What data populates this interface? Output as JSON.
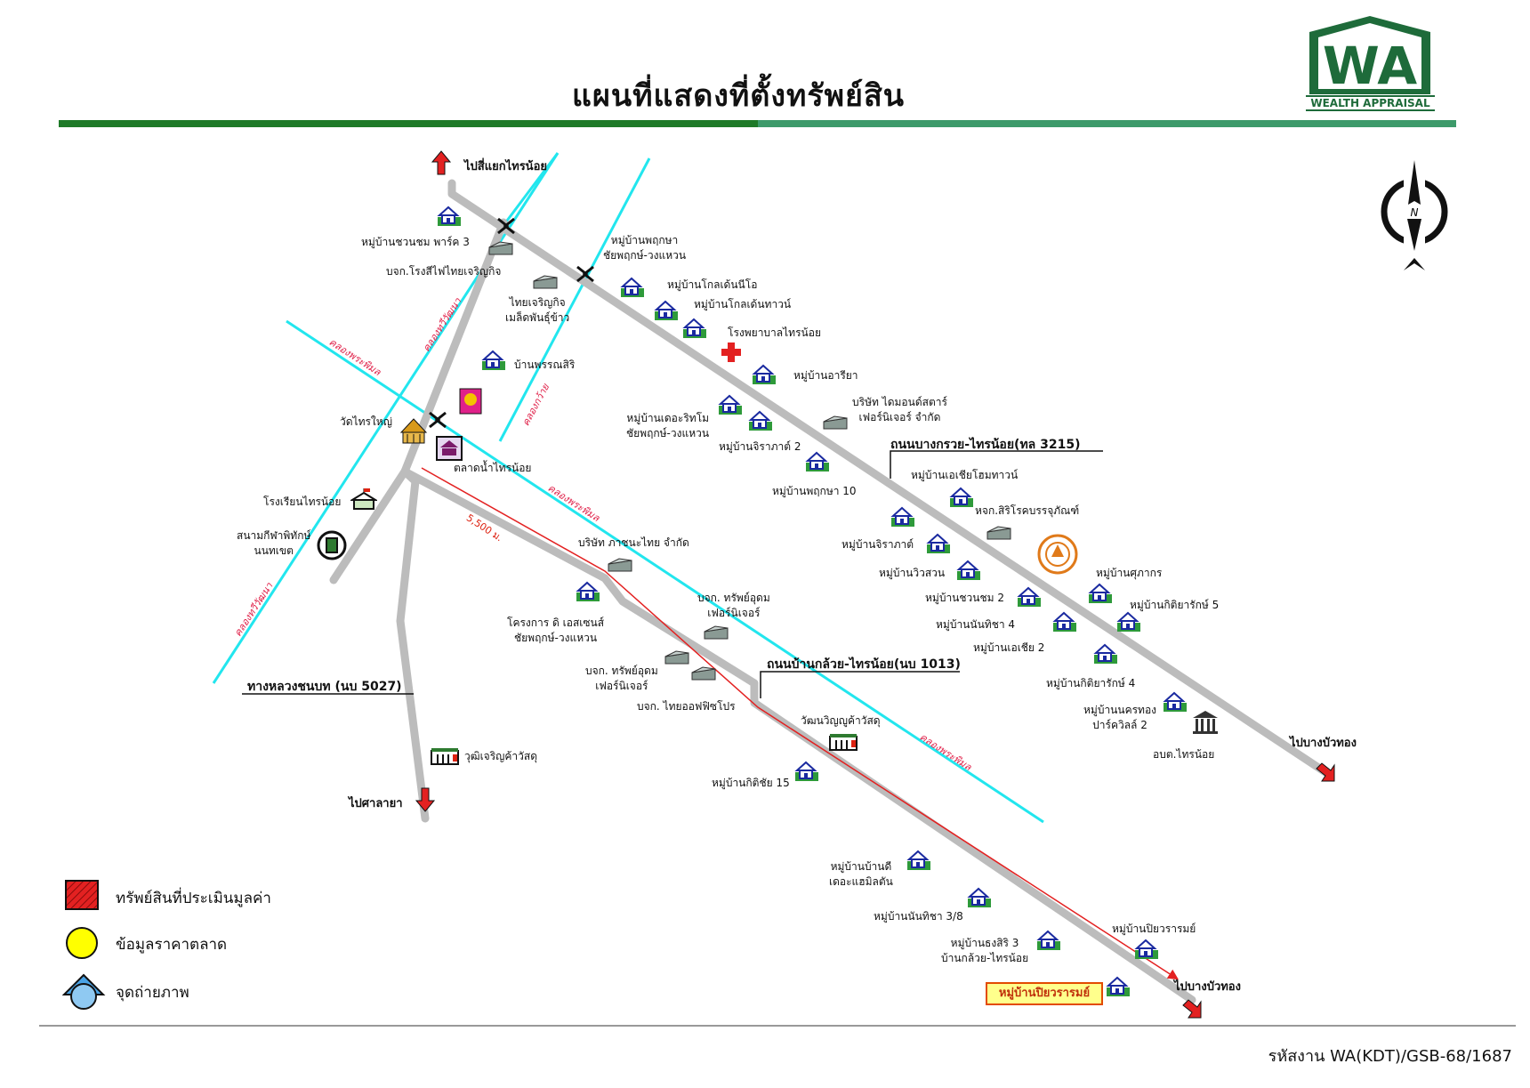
{
  "header": {
    "title": "แผนที่แสดงที่ตั้งทรัพย์สิน",
    "logo_text": "WEALTH APPRAISAL",
    "logo_letters": "WA"
  },
  "footer": {
    "code": "รหัสงาน WA(KDT)/GSB-68/1687"
  },
  "colors": {
    "road": "#bcbcbc",
    "canal": "#22e6ee",
    "accent_green": "#1e7a28",
    "red_route": "#e32121"
  },
  "roads": {
    "r3215": "ถนนบางกรวย-ไทรน้อย(ทล 3215)",
    "r1013": "ถนนบ้านกล้วย-ไทรน้อย(นบ 1013)",
    "r5027": "ทางหลวงชนบท (นบ 5027)"
  },
  "directions": {
    "north": "ไปสี่แยกไทรน้อย",
    "south": "ไปศาลายา",
    "east1": "ไปบางบัวทอง",
    "east2": "ไปบางบัวทอง"
  },
  "canals": {
    "phraphimon_1": "คลองพระพิมล",
    "phraphimon_2": "คลองพระพิมล",
    "phraphimon_3": "คลองพระพิมล",
    "thawiwatthana_1": "คลองทวีวัฒนา",
    "thawiwatthana_2": "คลองทวีวัฒนา",
    "kawai": "คลองกว้าย"
  },
  "distance": "5,500 ม.",
  "compass": "N",
  "subject_label": "หมู่บ้านปิยวรารมย์",
  "places": {
    "p01": "หมู่บ้านชวนชม พาร์ค 3",
    "p02": "บจก.โรงสีไฟไทยเจริญกิจ",
    "p03": "หมู่บ้านพฤกษา\nชัยพฤกษ์-วงแหวน",
    "p04": "หมู่บ้านโกลเด้นนีโอ",
    "p05": "หมู่บ้านโกลเด้นทาวน์",
    "p06": "ไทยเจริญกิจ\nเมล็ดพันธุ์ข้าว",
    "p07": "โรงพยาบาลไทรน้อย",
    "p08": "บ้านพรรณสิริ",
    "p09": "หมู่บ้านอารียา",
    "p10": "หมู่บ้านเดอะริทโม\nชัยพฤกษ์-วงแหวน",
    "p11": "บริษัท ไดมอนด์สตาร์\nเฟอร์นิเจอร์ จำกัด",
    "p12": "วัดไทรใหญ่",
    "p13": "หมู่บ้านจิราภาต์ 2",
    "p14": "ตลาดน้ำไทรน้อย",
    "p15": "หมู่บ้านพฤกษา 10",
    "p16": "หมู่บ้านเอเชียโฮมทาวน์",
    "p17": "โรงเรียนไทรน้อย",
    "p18": "หจก.สิริโรคบรรจุภัณฑ์",
    "p19": "สนามกีฬาพิทักษ์\nนนทเขต",
    "p20": "บริษัท ภาชนะไทย จำกัด",
    "p21": "หมู่บ้านจิราภาต์",
    "p22": "หมู่บ้านวิวสวน",
    "p23": "หมู่บ้านศุภากร",
    "p24": "หมู่บ้านชวนชม 2",
    "p25": "หมู่บ้านกิติยารักษ์ 5",
    "p26": "โครงการ ดิ เอสเซนส์\nชัยพฤกษ์-วงแหวน",
    "p27": "บจก. ทรัพย์อุดม\nเฟอร์นิเจอร์",
    "p28": "หมู่บ้านนันทิชา 4",
    "p29": "หมู่บ้านเอเชีย 2",
    "p30": "บจก. ทรัพย์อุดม\nเฟอร์นิเจอร์",
    "p31": "หมู่บ้านกิติยารักษ์ 4",
    "p32": "บจก. ไทยออฟฟิซโปร",
    "p33": "หมู่บ้านนครทอง\nปาร์ควิลล์ 2",
    "p34": "วัฒนวิญญูค้าวัสดุ",
    "p35": "อบต.ไทรน้อย",
    "p36": "วุฒิเจริญค้าวัสดุ",
    "p37": "หมู่บ้านกิติชัย 15",
    "p38": "หมู่บ้านบ้านดี\nเดอะแฮมิลตัน",
    "p39": "หมู่บ้านนันทิชา 3/8",
    "p40": "หมู่บ้านปิยวรารมย์",
    "p41": "หมู่บ้านธงสิริ 3\nบ้านกล้วย-ไทรน้อย"
  },
  "legend": {
    "item1": "ทรัพย์สินที่ประเมินมูลค่า",
    "item2": "ข้อมูลราคาตลาด",
    "item3": "จุดถ่ายภาพ"
  }
}
